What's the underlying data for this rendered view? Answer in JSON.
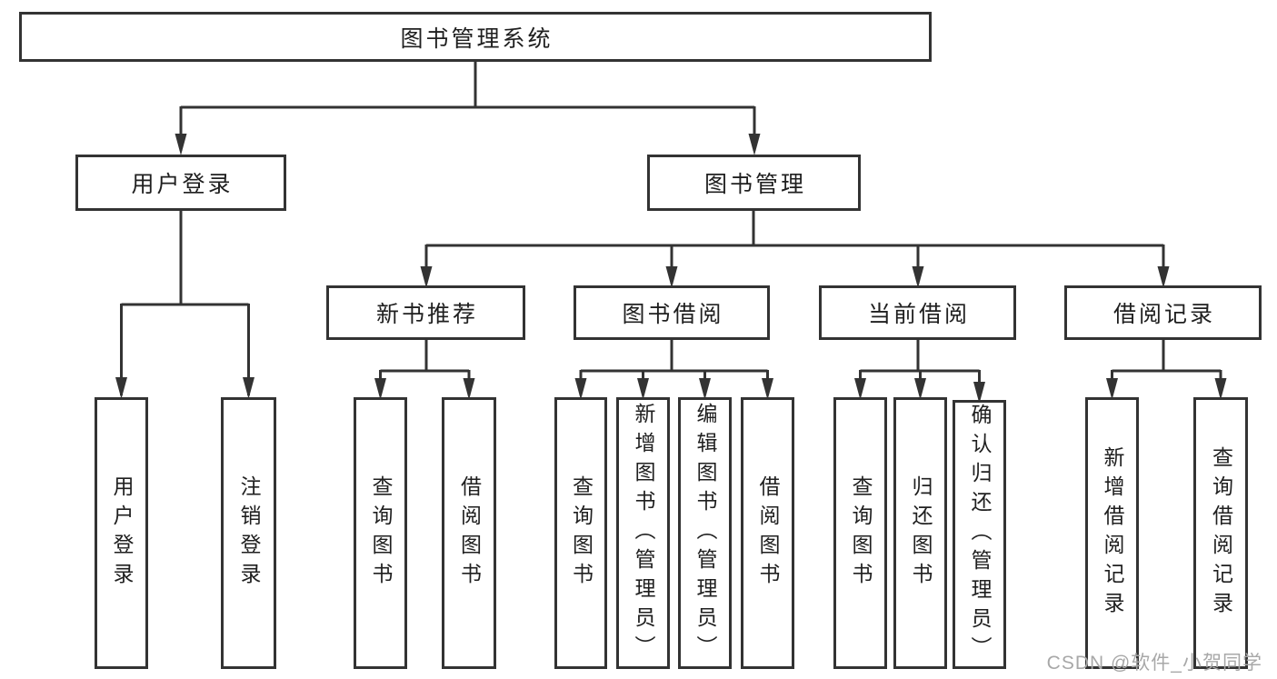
{
  "tree": {
    "label": "图书管理系统",
    "children": [
      {
        "label": "用户登录",
        "children": [
          {
            "label": "用户登录"
          },
          {
            "label": "注销登录"
          }
        ]
      },
      {
        "label": "图书管理",
        "children": [
          {
            "label": "新书推荐",
            "children": [
              {
                "label": "查询图书"
              },
              {
                "label": "借阅图书"
              }
            ]
          },
          {
            "label": "图书借阅",
            "children": [
              {
                "label": "查询图书"
              },
              {
                "label": "新增图书（管理员）"
              },
              {
                "label": "编辑图书（管理员）"
              },
              {
                "label": "借阅图书"
              }
            ]
          },
          {
            "label": "当前借阅",
            "children": [
              {
                "label": "查询图书"
              },
              {
                "label": "归还图书"
              },
              {
                "label": "确认归还（管理员）"
              }
            ]
          },
          {
            "label": "借阅记录",
            "children": [
              {
                "label": "新增借阅记录"
              },
              {
                "label": "查询借阅记录"
              }
            ]
          }
        ]
      }
    ]
  },
  "watermark": {
    "text": "CSDN @软件_小贺同学"
  },
  "colors": {
    "line": "#333333",
    "text": "#1f1f1f",
    "watermark": "#a8a8a8",
    "background": "#ffffff"
  }
}
